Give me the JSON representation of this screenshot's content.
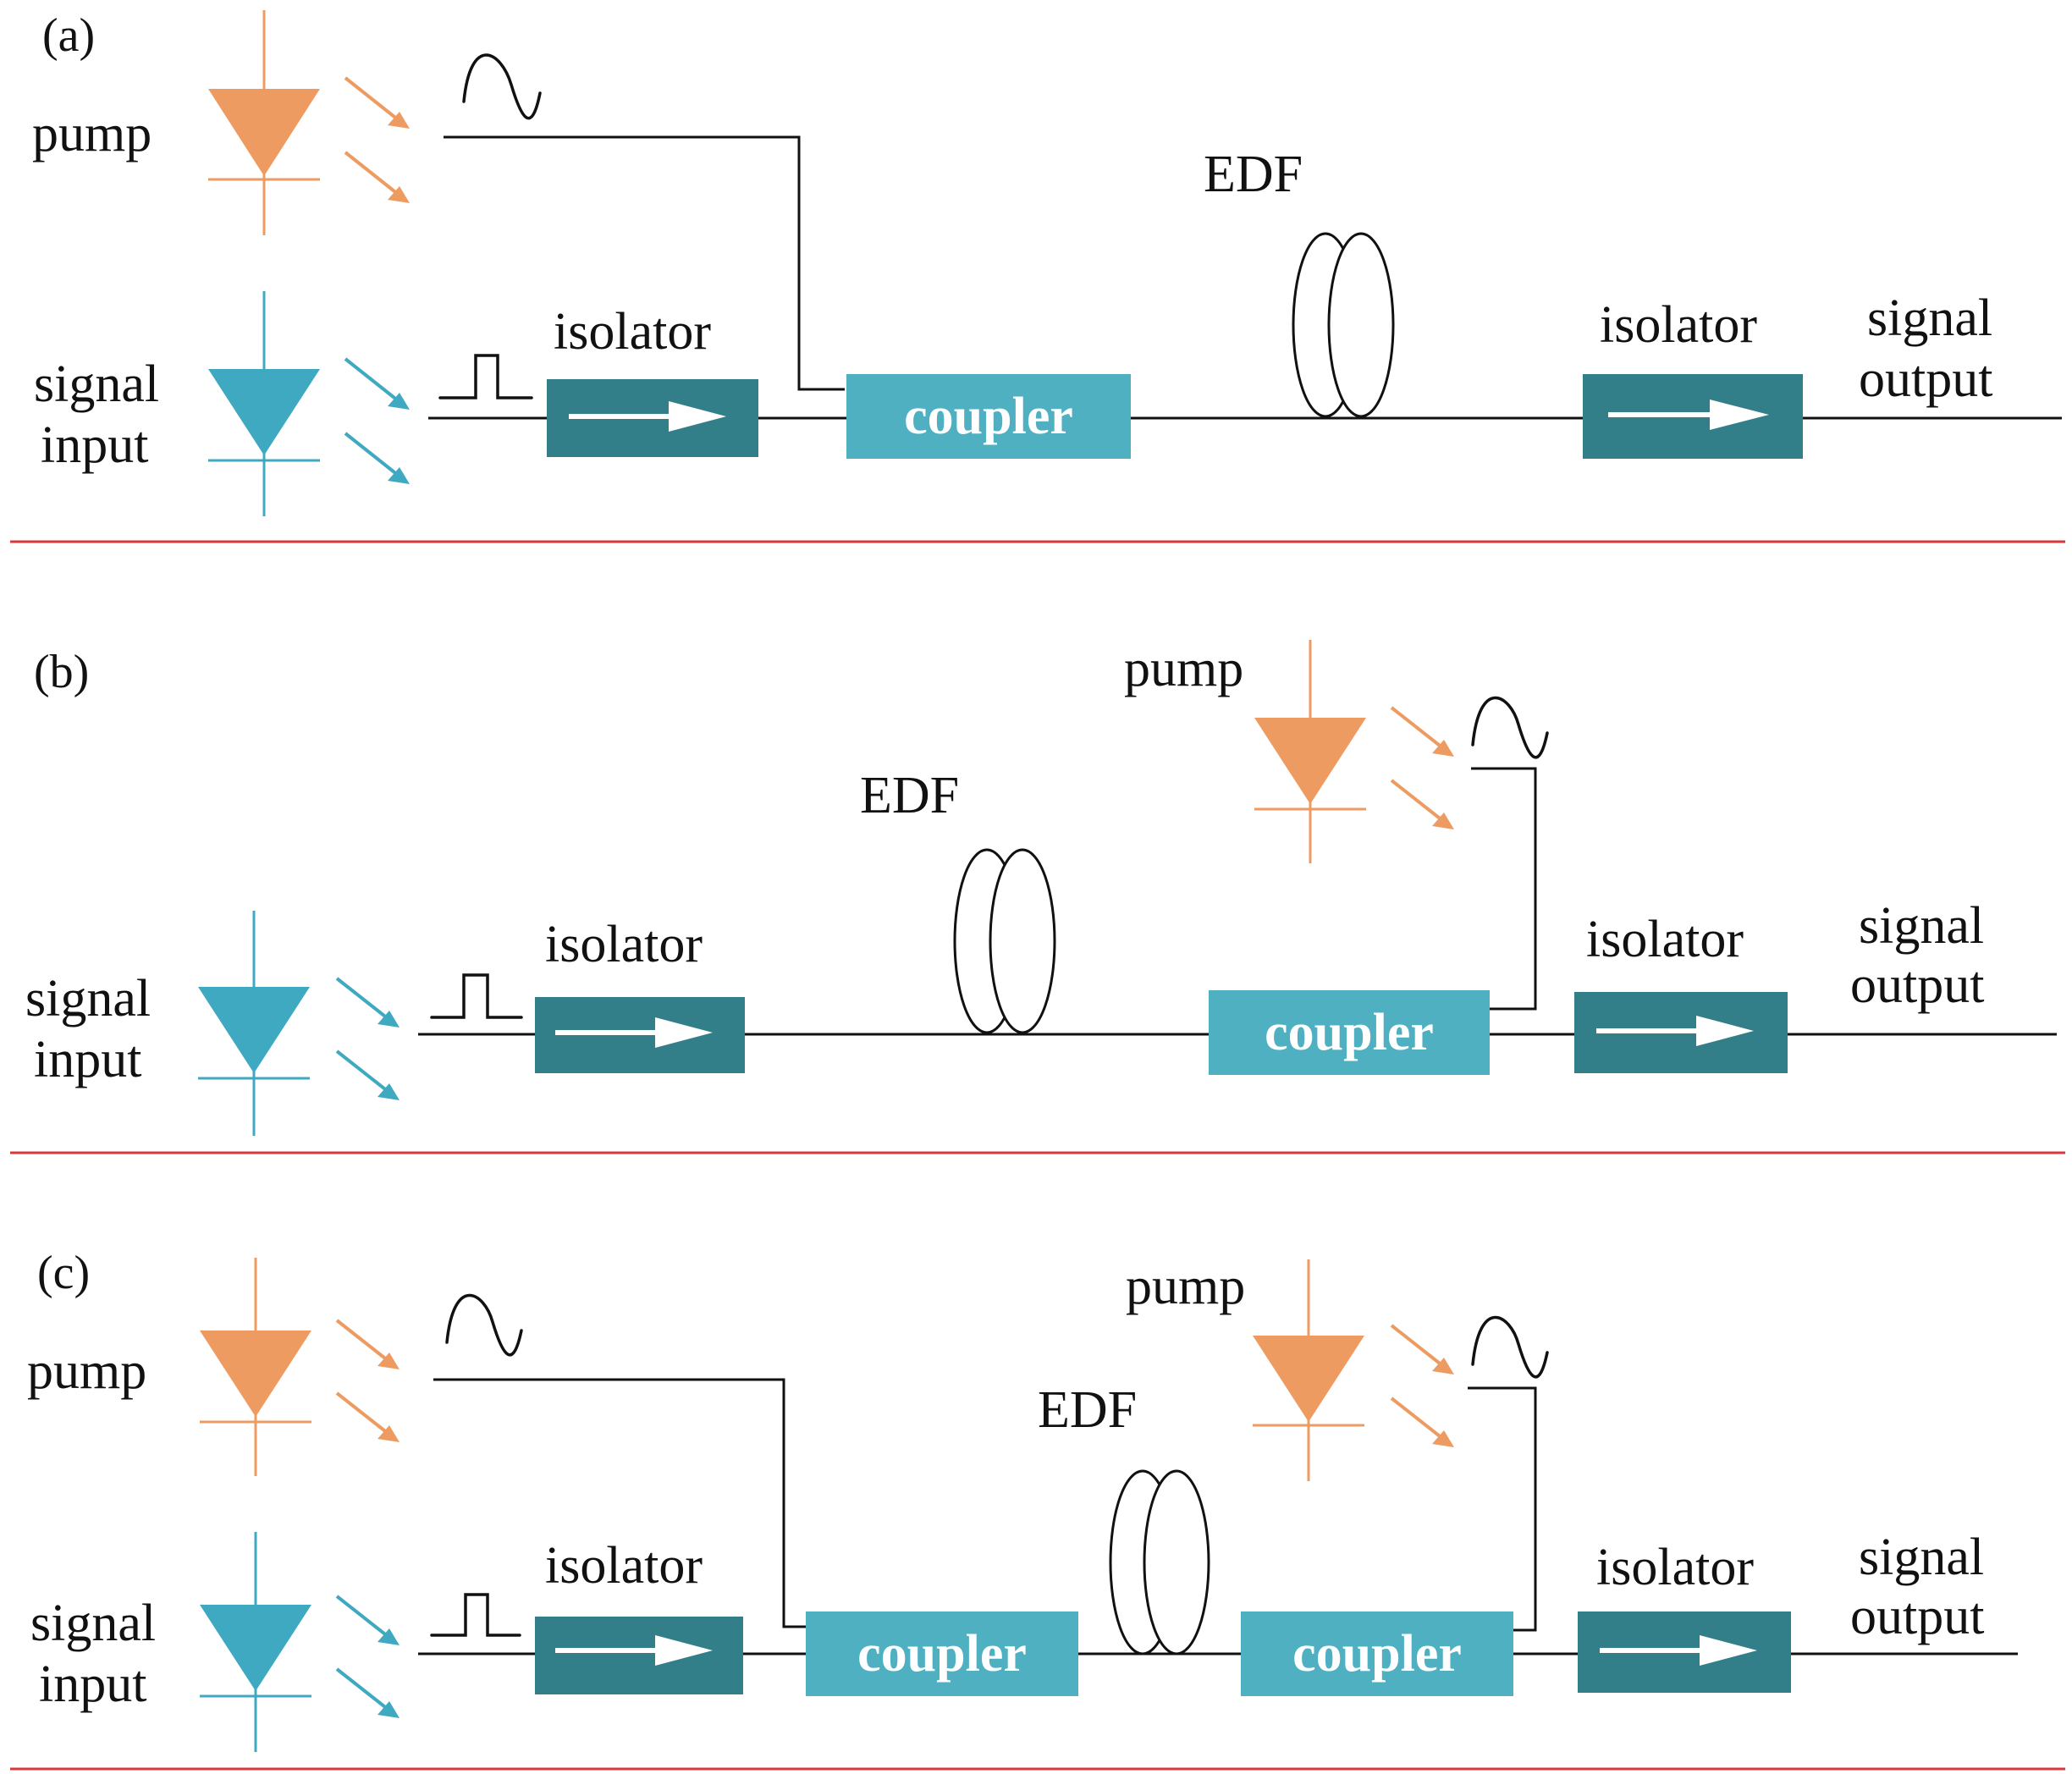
{
  "colors": {
    "pump": "#ee9b62",
    "signal": "#3fa9c1",
    "isolator": "#327f89",
    "coupler": "#4fb0c2",
    "wire": "#111111",
    "separator": "#d9383a"
  },
  "icons": {
    "diode": "laser-diode-icon",
    "emission": "emission-arrows-icon",
    "sine": "sine-wave-icon",
    "pulse": "square-pulse-icon",
    "fiber_coil": "fiber-coil-icon",
    "arrow": "right-arrow-icon"
  },
  "panels": [
    {
      "id": "a",
      "label": "(a)",
      "pump_label": "pump",
      "signal_label": [
        "signal",
        "input"
      ],
      "isolator_in_label": "isolator",
      "coupler_label": "coupler",
      "edf_label": "EDF",
      "isolator_out_label": "isolator",
      "output_label": [
        "signal",
        "output"
      ]
    },
    {
      "id": "b",
      "label": "(b)",
      "pump_label": "pump",
      "signal_label": [
        "signal",
        "input"
      ],
      "isolator_in_label": "isolator",
      "edf_label": "EDF",
      "coupler_label": "coupler",
      "isolator_out_label": "isolator",
      "output_label": [
        "signal",
        "output"
      ]
    },
    {
      "id": "c",
      "label": "(c)",
      "pump_left_label": "pump",
      "pump_right_label": "pump",
      "signal_label": [
        "signal",
        "input"
      ],
      "isolator_in_label": "isolator",
      "coupler_left_label": "coupler",
      "edf_label": "EDF",
      "coupler_right_label": "coupler",
      "isolator_out_label": "isolator",
      "output_label": [
        "signal",
        "output"
      ]
    }
  ]
}
